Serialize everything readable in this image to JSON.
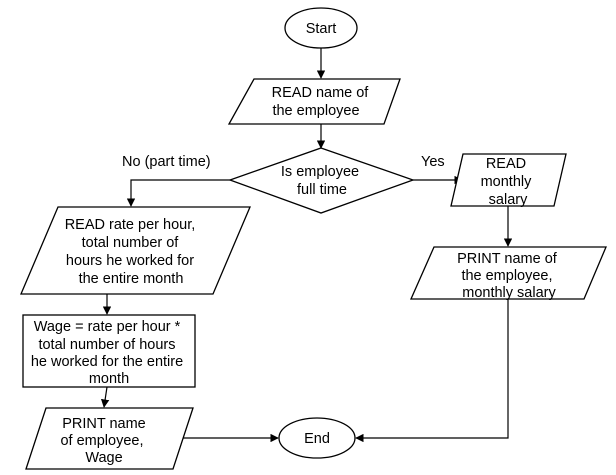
{
  "flowchart": {
    "start": "Start",
    "read_name": [
      "READ name of",
      "the employee"
    ],
    "decision": [
      "Is employee",
      "full time"
    ],
    "branch_no": "No (part time)",
    "branch_yes": "Yes",
    "read_monthly": [
      "READ",
      "monthly",
      "salary"
    ],
    "print_monthly": [
      "PRINT name of",
      "the employee,",
      "monthly salary"
    ],
    "read_rate": [
      "READ rate per hour,",
      "total number of",
      "hours he worked for",
      "the entire month"
    ],
    "wage_calc": [
      "Wage = rate per hour *",
      "total number of hours",
      "he worked for the entire",
      "month"
    ],
    "print_wage": [
      "PRINT name",
      "of employee,",
      "Wage"
    ],
    "end": "End"
  }
}
